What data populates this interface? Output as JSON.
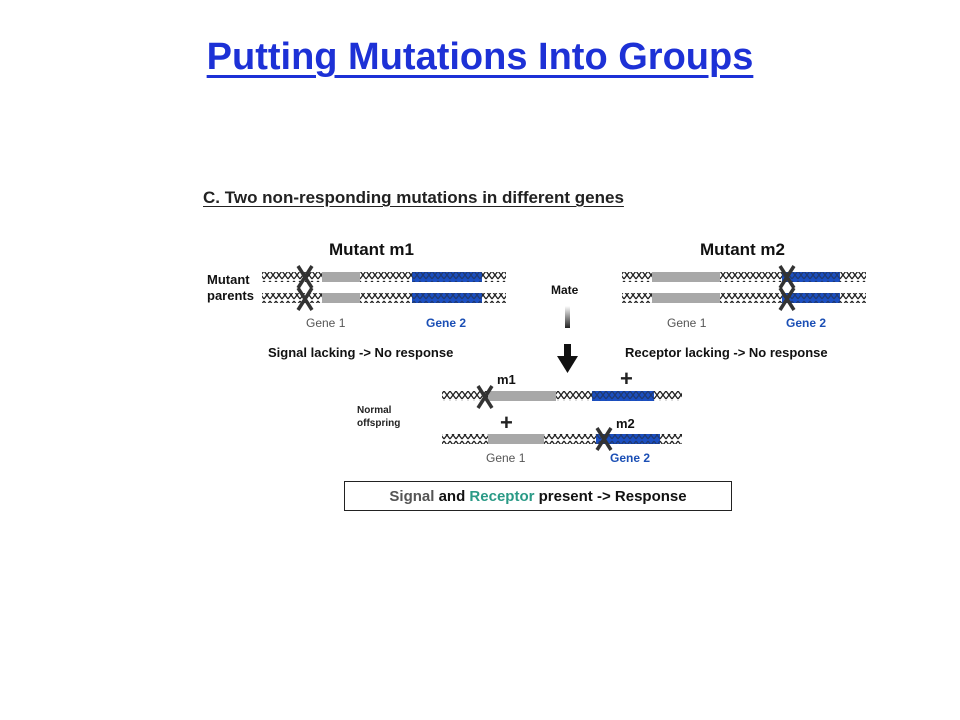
{
  "title": "Putting Mutations Into Groups",
  "subtitle": "C. Two non-responding mutations in different genes",
  "parents": {
    "left_title": "Mutant m1",
    "right_title": "Mutant m2",
    "side_label_1": "Mutant",
    "side_label_2": "parents",
    "mate_label": "Mate",
    "left_caption": "Signal lacking -> No response",
    "right_caption": "Receptor lacking -> No response"
  },
  "genes": {
    "gene1": "Gene 1",
    "gene2": "Gene 2"
  },
  "offspring": {
    "label_1": "Normal",
    "label_2": "offspring",
    "m1_label": "m1",
    "m2_label": "m2",
    "plus": "+"
  },
  "result": {
    "signal": "Signal",
    "and": " and ",
    "receptor": "Receptor",
    "rest": " present -> Response"
  },
  "colors": {
    "title": "#1d31d6",
    "gene2": "#1b4fb5",
    "receptor": "#2a9a86"
  }
}
